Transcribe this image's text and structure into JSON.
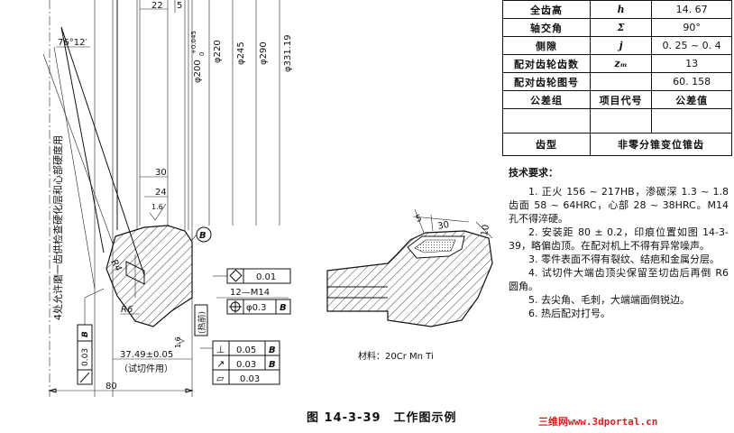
{
  "drawing": {
    "dims": {
      "width_22": "22",
      "bore_200": "φ200",
      "bore_200_tol_upper": "+0.045",
      "bore_200_tol_lower": "0",
      "dia_220": "φ220",
      "dia_245": "φ245",
      "dia_290": "φ290",
      "dia_331": "φ331.19",
      "angle": "76°12′",
      "len_30": "30",
      "len_24": "24",
      "roughness_1": "1.6",
      "datum_b": "B",
      "fcf_flatness": "0.01",
      "thread_label": "12—M14",
      "fcf_position_value": "φ0.3",
      "fcf_position_datum": "B",
      "radius_r4": "R4",
      "radius_r6": "R6",
      "heat_treat_note": "(热前)",
      "hardness_note": "4处允许磨一齿供检查硬化层和心部硬度用",
      "left_fcf_value": "0.03",
      "left_fcf_datum": "B",
      "len_37": "37.49±0.05",
      "trial_part": "（试切件用）",
      "len_80": "80",
      "roughness_2": "1.6",
      "fcf_rows": [
        {
          "sym": "⊥",
          "value": "0.05",
          "datum": "B"
        },
        {
          "sym": "↗",
          "value": "0.03",
          "datum": "B"
        },
        {
          "sym": "▱",
          "value": "0.03",
          "datum": ""
        }
      ]
    },
    "detail": {
      "dim_5": "5",
      "dim_30": "30",
      "dim_10": "10"
    },
    "material": "材料：20Cr Mn Ti"
  },
  "spec_table": {
    "rows": [
      {
        "name": "全齿高",
        "symbol": "h",
        "value": "14. 67"
      },
      {
        "name": "轴交角",
        "symbol": "Σ",
        "value": "90°"
      },
      {
        "name": "侧隙",
        "symbol": "j",
        "value": "0. 25 ~ 0. 4"
      },
      {
        "name": "配对齿轮齿数",
        "symbol": "zₘ",
        "value": "13"
      },
      {
        "name": "配对齿轮图号",
        "symbol": "",
        "value": "60. 158"
      },
      {
        "name": "公差组",
        "symbol": "项目代号",
        "value": "公差值"
      },
      {
        "name": "",
        "symbol": "",
        "value": ""
      },
      {
        "name": "齿型",
        "combined": "非零分锥变位锥齿"
      }
    ]
  },
  "tech_requirements": {
    "title": "技术要求：",
    "items": [
      "1. 正火 156 ~ 217HB，渗碳深 1.3 ~ 1.8 齿面 58 ~ 64HRC，心部 28 ~ 38HRC。M14 孔不得淬硬。",
      "2. 安装距 80 ± 0.2，印痕位置如图 14-3-39，略偏齿顶。在配对机上不得有异常噪声。",
      "3. 零件表面不得有裂纹、结疤和金属分层。",
      "4. 试切件大端齿顶尖保留至切齿后再倒 R6 圆角。",
      "5. 去尖角、毛刺，大端端面倒锐边。",
      "6. 热后配对打号。"
    ]
  },
  "caption": "图 14-3-39　工作图示例",
  "watermark": "三维网www.3dportal.cn"
}
